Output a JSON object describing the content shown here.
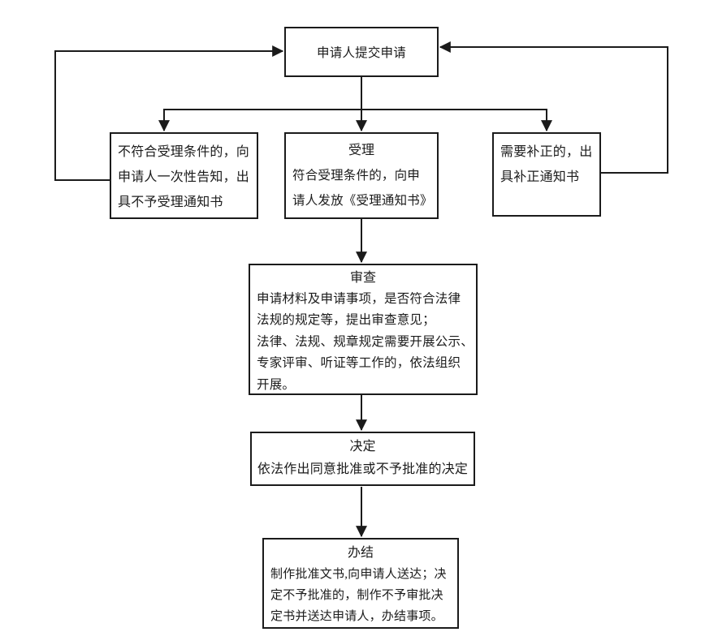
{
  "page": {
    "background": "#ffffff",
    "line_color": "#1b1b1b",
    "type": "flowchart"
  },
  "flowchart": {
    "nodes": {
      "submit": {
        "text": "申请人提交申请"
      },
      "reject": {
        "text": "不符合受理条件的，向\n申请人一次性告知，出\n具不予受理通知书"
      },
      "accept": {
        "title": "受理",
        "body": "符合受理条件的，向申\n请人发放《受理通知书》"
      },
      "supplement": {
        "text": "需要补正的，出\n具补正通知书"
      },
      "review": {
        "title": "审查",
        "body": "申请材料及申请事项，是否符合法律\n法规的规定等，提出审查意见；\n法律、法规、规章规定需要开展公示、\n专家评审、听证等工作的，依法组织\n开展。"
      },
      "decision": {
        "title": "决定",
        "body": "依法作出同意批准或不予批准的决定"
      },
      "complete": {
        "title": "办结",
        "body": "制作批准文书,向申请人送达；决\n定不予批准的，制作不予审批决\n定书并送达申请人，办结事项。"
      }
    }
  }
}
